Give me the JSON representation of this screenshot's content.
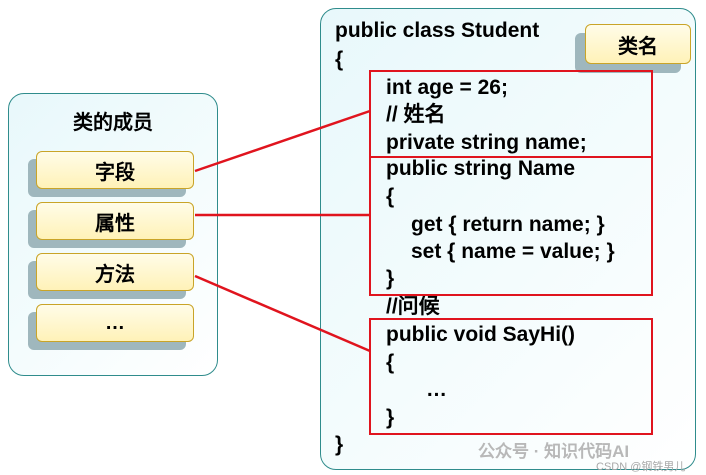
{
  "members_panel": {
    "title": "类的成员",
    "items": [
      {
        "label": "字段"
      },
      {
        "label": "属性"
      },
      {
        "label": "方法"
      },
      {
        "label": "…"
      }
    ]
  },
  "class_name_label": "类名",
  "code": {
    "lines": [
      "public class Student",
      "{",
      "int age = 26;",
      "// 姓名",
      "private string name;",
      "public string Name",
      "{",
      "get { return name; }",
      "set { name = value; }",
      "}",
      "//问候",
      "public void SayHi()",
      "{",
      "…",
      "}",
      "}"
    ]
  },
  "colors": {
    "highlight": "#e0141e",
    "panel_border": "#2f8c8c",
    "member_border": "#c9a428"
  },
  "watermark": {
    "main": "公众号 · 知识代码AI",
    "credit": "CSDN @钢铁男儿"
  }
}
